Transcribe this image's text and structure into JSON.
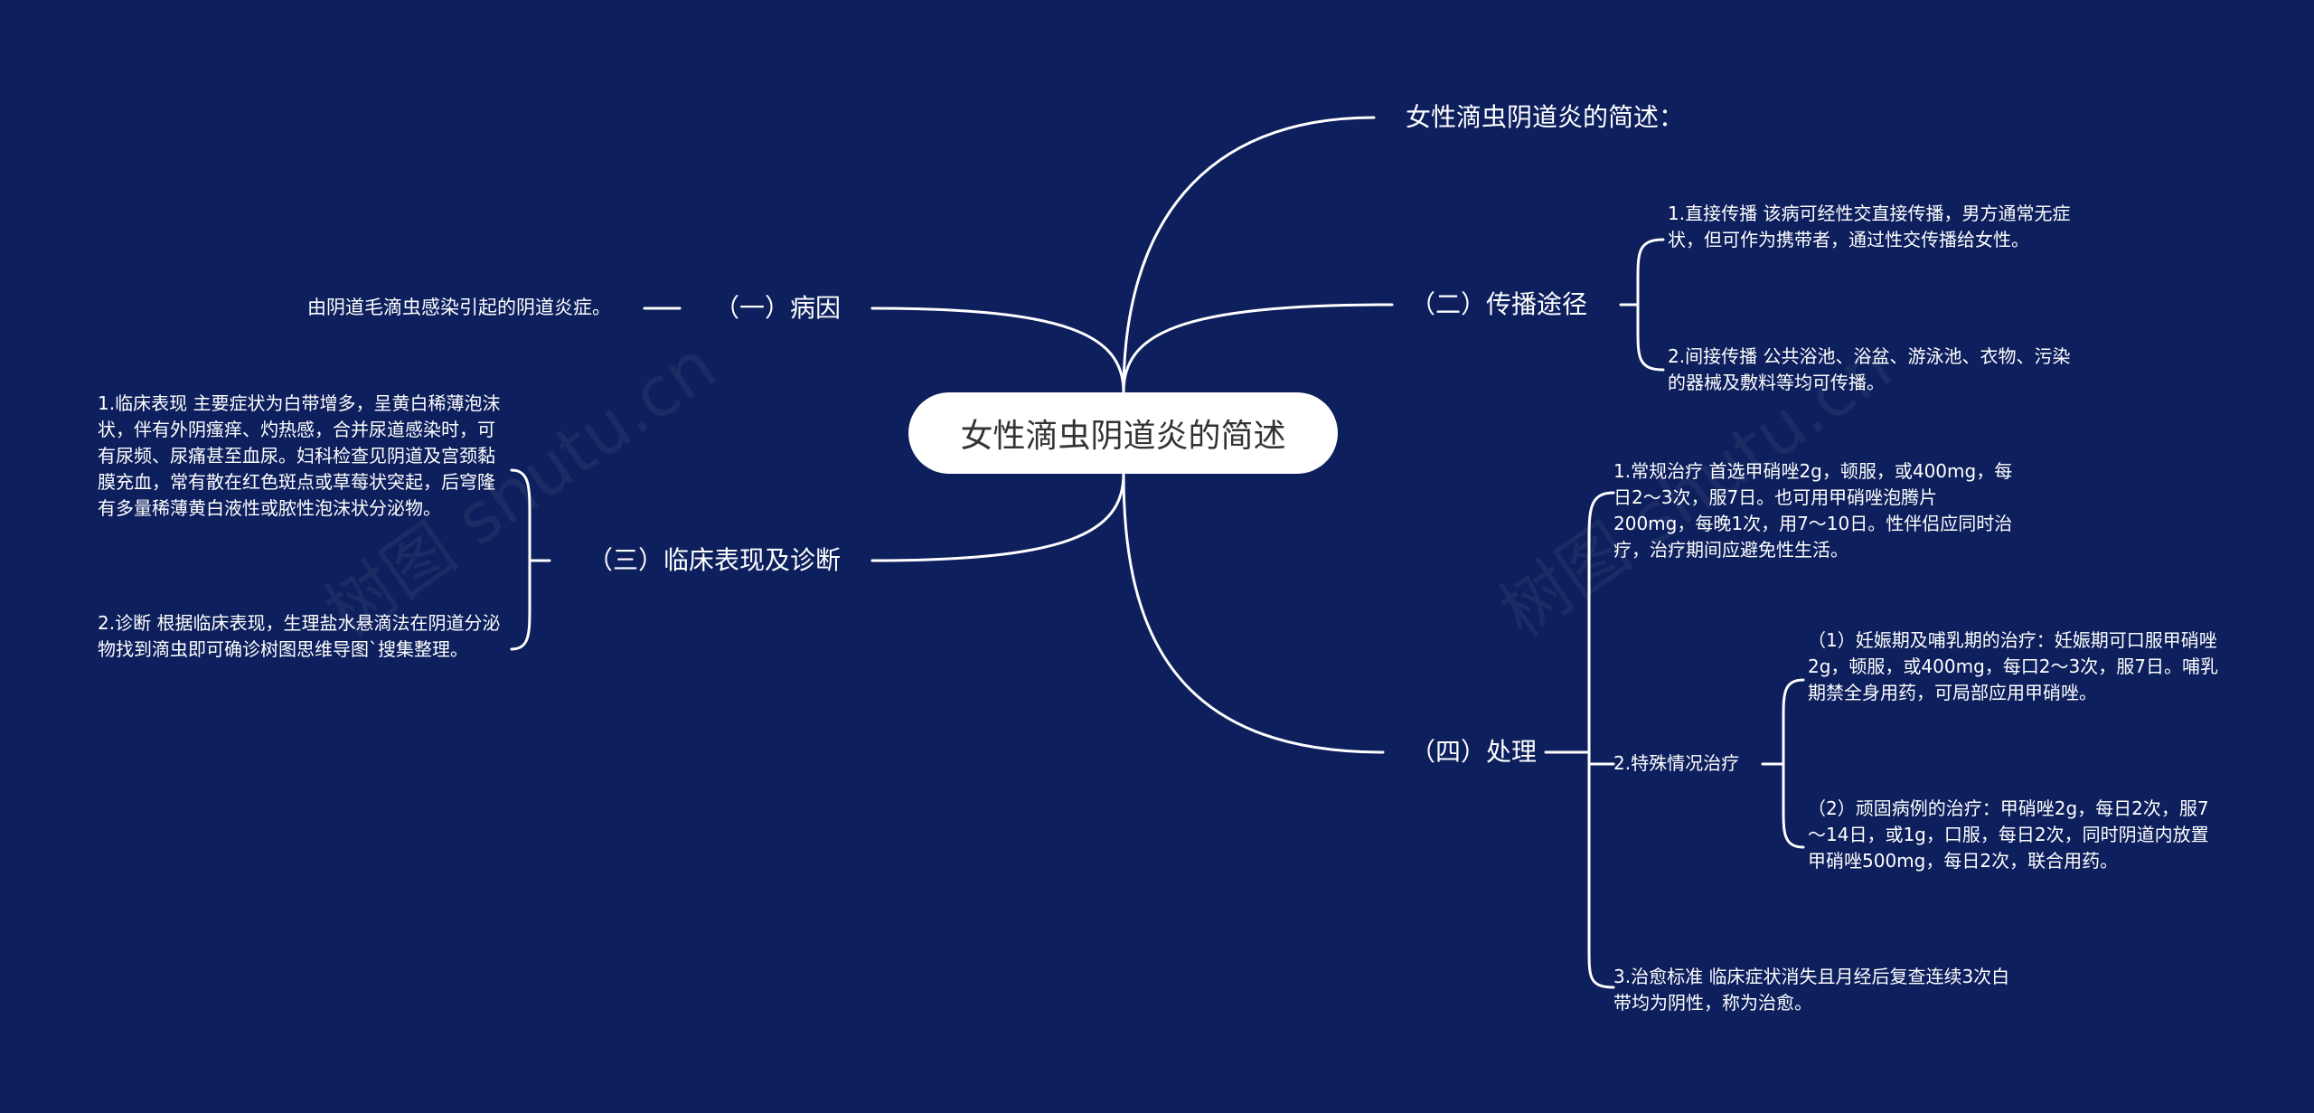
{
  "root": {
    "title": "女性滴虫阴道炎的简述"
  },
  "watermark": {
    "text": "树图 shutu.cn"
  },
  "branches": {
    "intro": {
      "label": "女性滴虫阴道炎的简述："
    },
    "cause": {
      "label": "（一）病因",
      "detail": "由阴道毛滴虫感染引起的阴道炎症。"
    },
    "transmission": {
      "label": "（二）传播途径",
      "items": [
        "1.直接传播 该病可经性交直接传播，男方通常无症状，但可作为携带者，通过性交传播给女性。",
        "2.间接传播 公共浴池、浴盆、游泳池、衣物、污染的器械及敷料等均可传播。"
      ]
    },
    "clinical": {
      "label": "（三）临床表现及诊断",
      "items": [
        "1.临床表现 主要症状为白带增多，呈黄白稀薄泡沫状，伴有外阴瘙痒、灼热感，合并尿道感染时，可有尿频、尿痛甚至血尿。妇科检查见阴道及宫颈黏膜充血，常有散在红色斑点或草莓状突起，后穹隆有多量稀薄黄白液性或脓性泡沫状分泌物。",
        "2.诊断 根据临床表现，生理盐水悬滴法在阴道分泌物找到滴虫即可确诊树图思维导图`搜集整理。"
      ]
    },
    "treatment": {
      "label": "（四）处理",
      "items": [
        "1.常规治疗 首选甲硝唑2g，顿服，或400mg，每日2～3次，服7日。也可用甲硝唑泡腾片200mg，每晚1次，用7～10日。性伴侣应同时治疗，治疗期间应避免性生活。",
        "2.特殊情况治疗",
        "3.治愈标准 临床症状消失且月经后复查连续3次白带均为阴性，称为治愈。"
      ],
      "special": [
        "（1）妊娠期及哺乳期的治疗：妊娠期可口服甲硝唑2g，顿服，或400mg，每口2～3次，服7日。哺乳期禁全身用药，可局部应用甲硝唑。",
        "（2）顽固病例的治疗：甲硝唑2g，每日2次，服7～14日，或1g，口服，每日2次，同时阴道内放置甲硝唑500mg，每日2次，联合用药。"
      ]
    }
  }
}
